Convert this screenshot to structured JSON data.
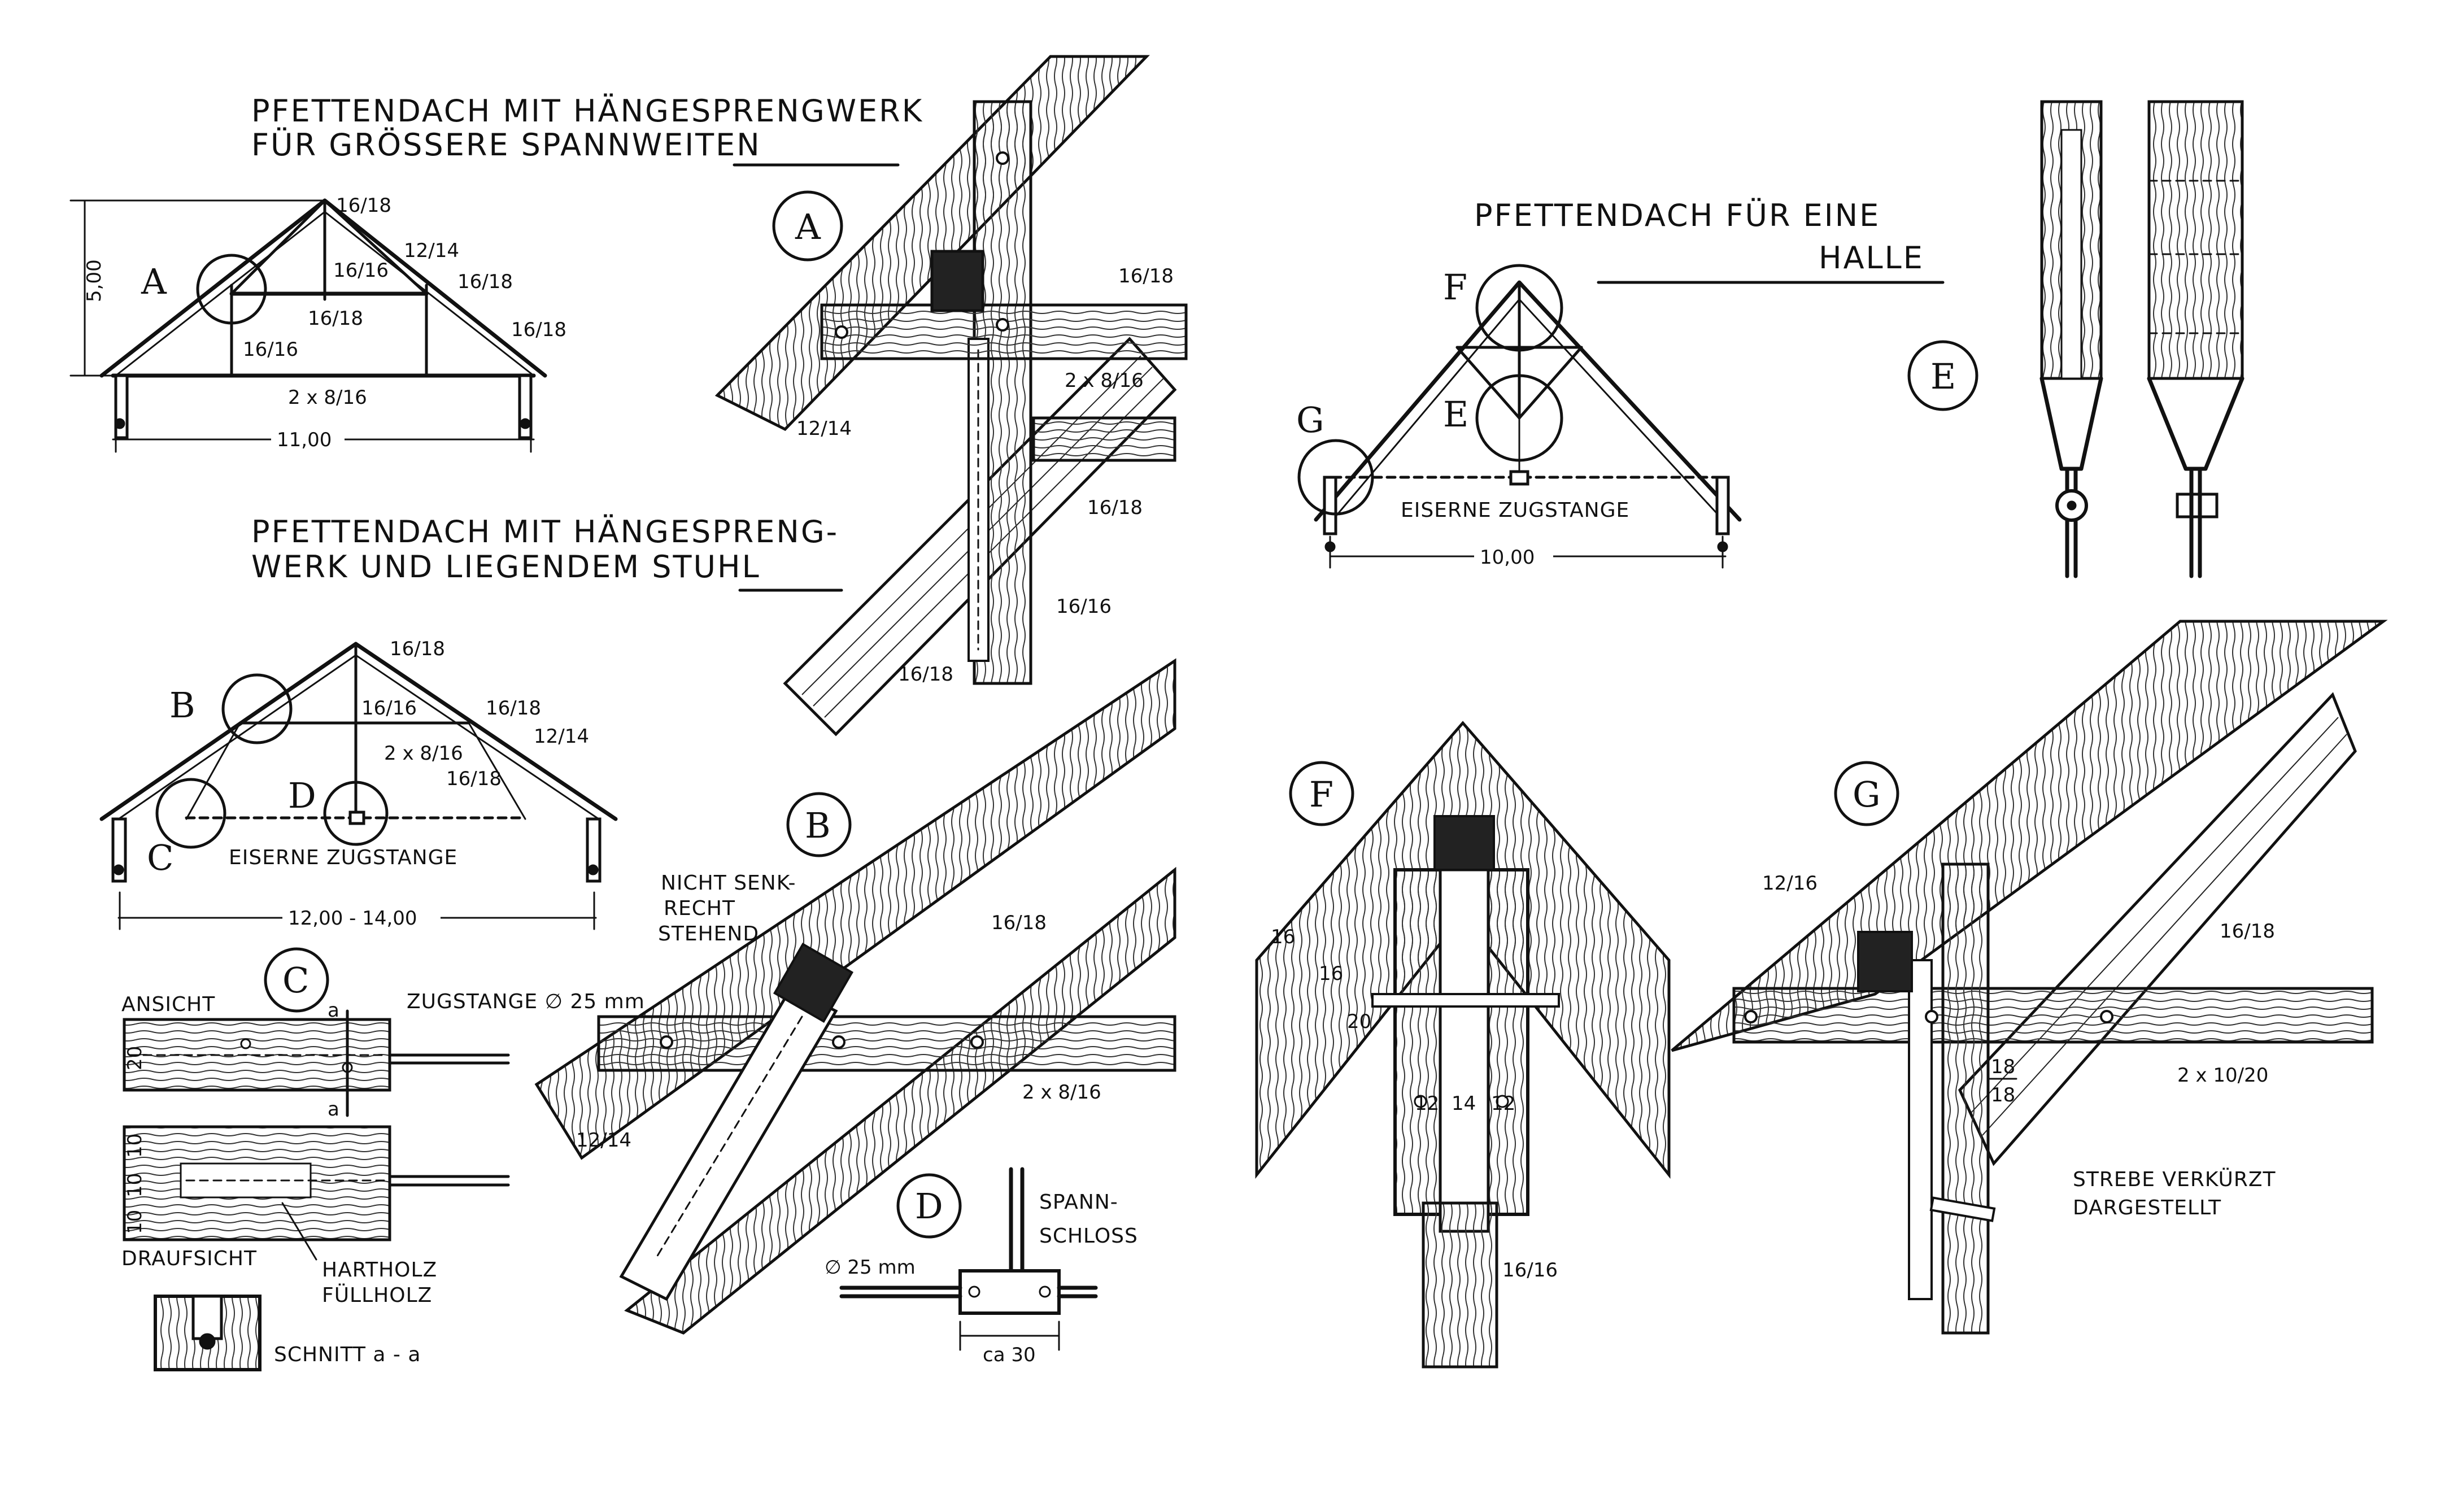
{
  "titles": {
    "t1_line1": "PFETTENDACH MIT HÄNGESPRENGWERK",
    "t1_line2": "FÜR GRÖSSERE SPANNWEITEN",
    "t2_line1": "PFETTENDACH MIT HÄNGESPRENG-",
    "t2_line2": "WERK UND LIEGENDEM STUHL",
    "t3_line1": "PFETTENDACH FÜR EINE",
    "t3_line2": "HALLE"
  },
  "truss1": {
    "height": "5,00",
    "span": "11,00",
    "ridge": "16/18",
    "rafter": "12/14",
    "post": "16/16",
    "brace": "16/18",
    "collar": "16/18",
    "strut": "16/16",
    "eave": "16/18",
    "tie": "2 x 8/16",
    "detail": "A"
  },
  "truss2": {
    "span": "12,00 - 14,00",
    "ridge": "16/18",
    "post": "16/16",
    "hanger": "2 x 8/16",
    "purlin": "16/18",
    "rafter": "12/14",
    "strut": "16/18",
    "rod": "EISERNE ZUGSTANGE",
    "detail_b": "B",
    "detail_c": "C",
    "detail_d": "D"
  },
  "truss3": {
    "span": "10,00",
    "rod": "EISERNE ZUGSTANGE",
    "detail_e": "E",
    "detail_f": "F",
    "detail_g": "G"
  },
  "detailA": {
    "circle": "A",
    "l1": "16/18",
    "l2": "2 x 8/16",
    "l3": "12/14",
    "l4": "16/18",
    "l5": "16/16",
    "l6": "16/18"
  },
  "detailB": {
    "circle": "B",
    "note1": "NICHT SENK-",
    "note2": "RECHT",
    "note3": "STEHEND",
    "l1": "16/18",
    "l2": "2 x 8/16",
    "l3": "12/14"
  },
  "detailC": {
    "circle": "C",
    "ansicht": "ANSICHT",
    "draufsicht": "DRAUFSICHT",
    "a_top": "a",
    "a_bottom": "a",
    "rod": "ZUGSTANGE ∅ 25 mm",
    "h20": "20",
    "h10a": "10",
    "h10b": "10",
    "h10c": "10",
    "filler1": "HARTHOLZ",
    "filler2": "FÜLLHOLZ",
    "section": "SCHNITT a - a"
  },
  "detailD": {
    "circle": "D",
    "t1": "SPANN-",
    "t2": "SCHLOSS",
    "rod": "∅ 25 mm",
    "width": "ca 30"
  },
  "detailE": {
    "circle": "E"
  },
  "detailF": {
    "circle": "F",
    "l1": "16",
    "l2": "16",
    "l3": "20",
    "l4": "12",
    "l5": "14",
    "l6": "12",
    "l7": "16/16"
  },
  "detailG": {
    "circle": "G",
    "l1": "12/16",
    "l2": "16/18",
    "l3": "2 x 10/20",
    "l4_top": "18",
    "l4_bottom": "18",
    "note1": "STREBE VERKÜRZT",
    "note2": "DARGESTELLT"
  }
}
